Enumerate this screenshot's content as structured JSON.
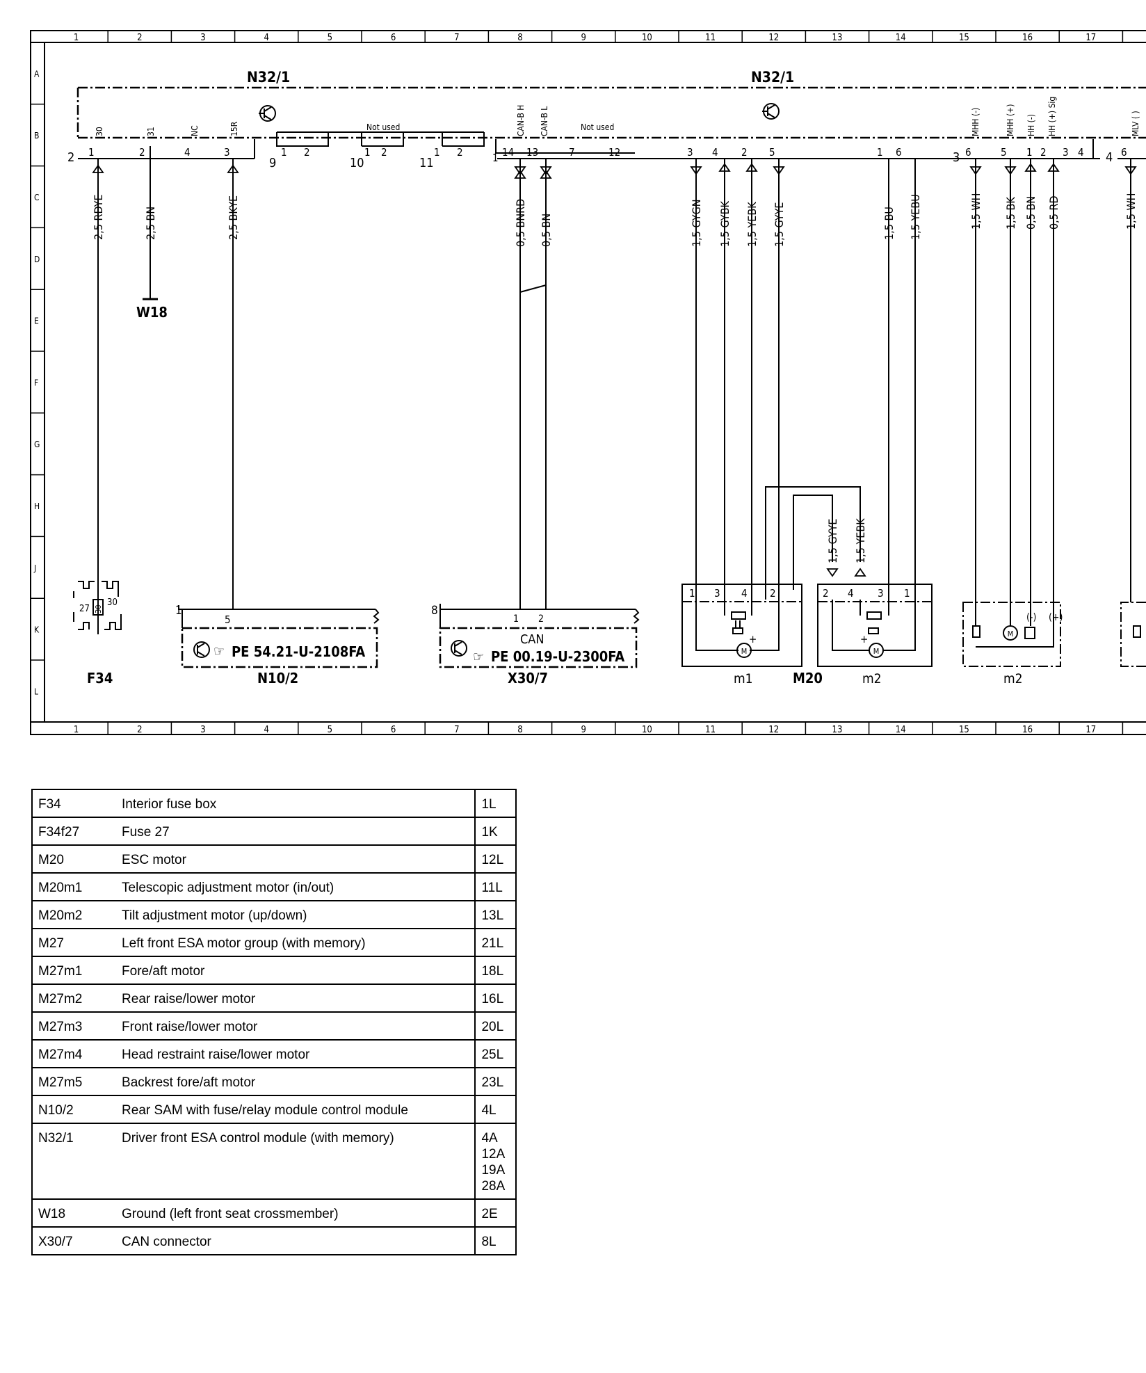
{
  "grid": {
    "columns": [
      "1",
      "2",
      "3",
      "4",
      "5",
      "6",
      "7",
      "8",
      "9",
      "10",
      "11",
      "12",
      "13",
      "14",
      "15",
      "16",
      "17"
    ],
    "rows": [
      "A",
      "B",
      "C",
      "D",
      "E",
      "F",
      "G",
      "H",
      "J",
      "K",
      "L"
    ]
  },
  "module_labels": [
    "N32/1",
    "N32/1"
  ],
  "not_used_label": "Not used",
  "not_used_label2": "Not used",
  "pin_names": {
    "p30": "30",
    "p31": "31",
    "pNC": "NC",
    "p15R": "15R",
    "canh": "CAN-B H",
    "canl": "CAN-B L",
    "mhhm": "MHH (-)",
    "mhhp": "MHH (+)",
    "hhm": "HH (-)",
    "hhp": "HH (+) Sig",
    "mlv": "MLV ( )"
  },
  "wires": [
    {
      "id": "w1",
      "label": "2,5 RDYE"
    },
    {
      "id": "w2",
      "label": "2,5 BN"
    },
    {
      "id": "w3",
      "label": "2,5 BKYE"
    },
    {
      "id": "w4",
      "label": "0,5 BNRD"
    },
    {
      "id": "w5",
      "label": "0,5 BN"
    },
    {
      "id": "w6",
      "label": "1,5 GYGN"
    },
    {
      "id": "w7",
      "label": "1,5 GYBK"
    },
    {
      "id": "w8",
      "label": "1,5 YEBK"
    },
    {
      "id": "w9",
      "label": "1,5 GYYE"
    },
    {
      "id": "w10",
      "label": "1,5 BU"
    },
    {
      "id": "w11",
      "label": "1,5 YEBU"
    },
    {
      "id": "w12",
      "label": "1,5 WH"
    },
    {
      "id": "w13",
      "label": "1,5 BK"
    },
    {
      "id": "w14",
      "label": "0,5 BN"
    },
    {
      "id": "w15",
      "label": "0,5 RD"
    },
    {
      "id": "w16",
      "label": "1,5 WH"
    },
    {
      "id": "w17",
      "label": "1,5 GYYE"
    },
    {
      "id": "w18",
      "label": "1,5 YEBK"
    }
  ],
  "components": {
    "w18": "W18",
    "f34": "F34",
    "f34_27": "27",
    "f34_30a": "30",
    "f34_30b": "30",
    "n10_2": "N10/2",
    "n10_ref": "PE 54.21-U-2108FA",
    "x30_7": "X30/7",
    "x30_ref": "PE 00.19-U-2300FA",
    "can": "CAN",
    "m20": "M20",
    "m1": "m1",
    "m2a": "m2",
    "m2b": "m2"
  },
  "legend": [
    {
      "code": "F34",
      "desc": "Interior fuse box",
      "loc": [
        "1L"
      ]
    },
    {
      "code": "F34f27",
      "desc": "Fuse 27",
      "loc": [
        "1K"
      ]
    },
    {
      "code": "M20",
      "desc": "ESC motor",
      "loc": [
        "12L"
      ]
    },
    {
      "code": "M20m1",
      "desc": "Telescopic adjustment motor (in/out)",
      "loc": [
        "11L"
      ]
    },
    {
      "code": "M20m2",
      "desc": "Tilt adjustment motor (up/down)",
      "loc": [
        "13L"
      ]
    },
    {
      "code": "M27",
      "desc": "Left front ESA motor group (with memory)",
      "loc": [
        "21L"
      ]
    },
    {
      "code": "M27m1",
      "desc": "Fore/aft motor",
      "loc": [
        "18L"
      ]
    },
    {
      "code": "M27m2",
      "desc": "Rear raise/lower motor",
      "loc": [
        "16L"
      ]
    },
    {
      "code": "M27m3",
      "desc": "Front raise/lower motor",
      "loc": [
        "20L"
      ]
    },
    {
      "code": "M27m4",
      "desc": "Head restraint raise/lower motor",
      "loc": [
        "25L"
      ]
    },
    {
      "code": "M27m5",
      "desc": "Backrest fore/aft motor",
      "loc": [
        "23L"
      ]
    },
    {
      "code": "N10/2",
      "desc": "Rear SAM with fuse/relay module control module",
      "loc": [
        "4L"
      ]
    },
    {
      "code": "N32/1",
      "desc": "Driver front ESA control module (with memory)",
      "loc": [
        "4A",
        "12A",
        "19A",
        "28A"
      ]
    },
    {
      "code": "W18",
      "desc": "Ground (left front seat crossmember)",
      "loc": [
        "2E"
      ]
    },
    {
      "code": "X30/7",
      "desc": "CAN connector",
      "loc": [
        "8L"
      ]
    }
  ]
}
